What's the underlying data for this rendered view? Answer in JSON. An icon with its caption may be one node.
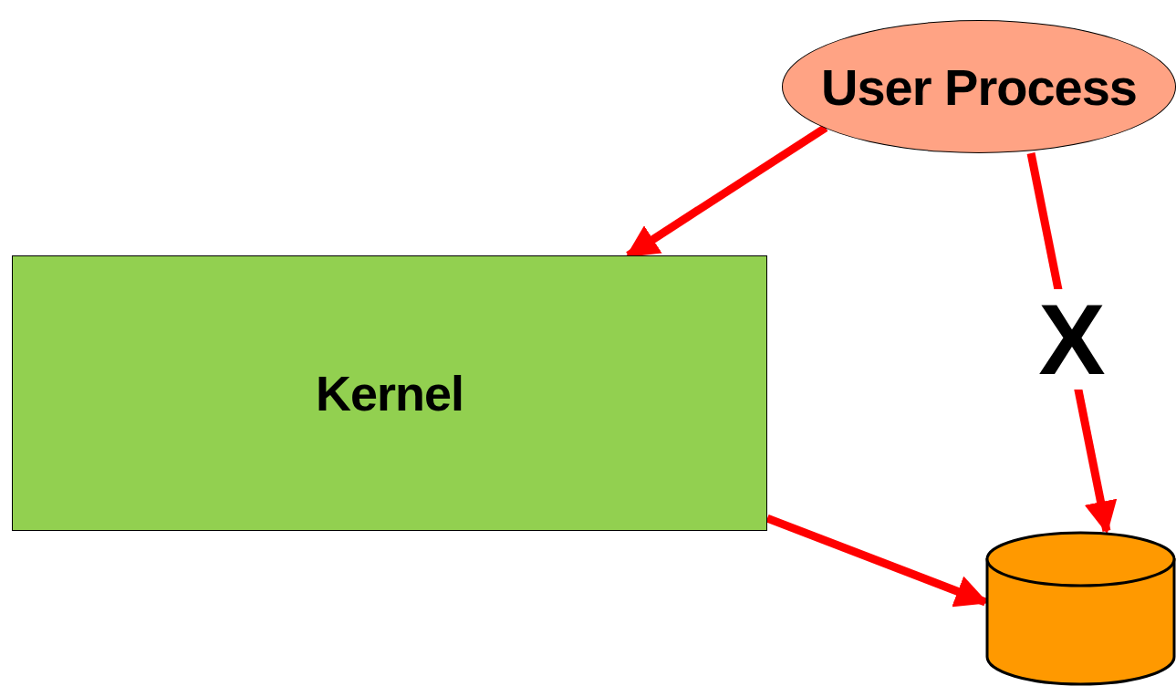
{
  "diagram": {
    "nodes": [
      {
        "text": [
          "User Process"
        ]
      },
      {
        "text": [
          "Kernel"
        ]
      },
      {
        "text": [],
        "shape": "cylinder"
      }
    ],
    "edges": [
      {
        "from": 0,
        "to": 1,
        "arrow": "to"
      },
      {
        "from": 1,
        "to": 2,
        "arrow": "to"
      },
      {
        "from": 0,
        "to": 2,
        "arrow": "to",
        "label": "X"
      }
    ]
  }
}
